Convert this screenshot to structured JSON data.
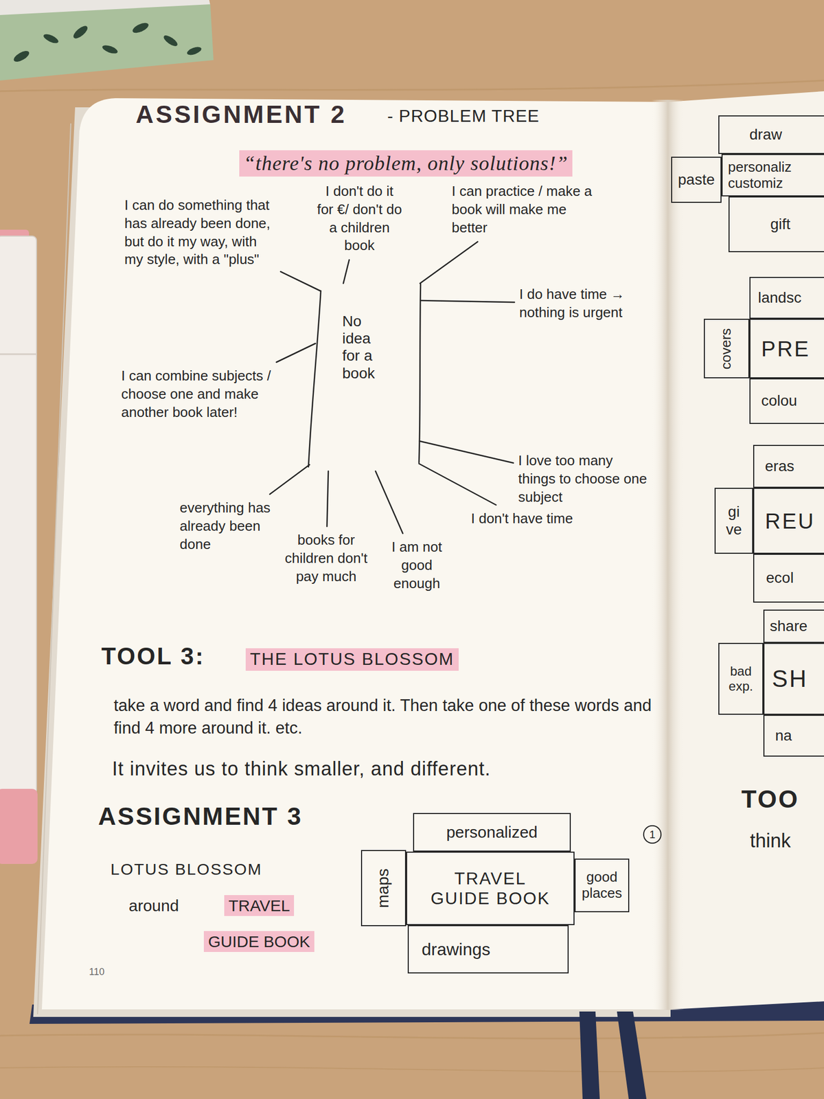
{
  "diagram": {
    "title": "ASSIGNMENT 2",
    "nodes": [
      {
        "text": [
          "No idea for a book"
        ]
      },
      {
        "text": [
          "personalized"
        ]
      },
      {
        "text": [
          "maps"
        ]
      },
      {
        "text": [
          "TRAVEL GUIDE BOOK"
        ]
      },
      {
        "text": [
          "good places"
        ]
      },
      {
        "text": [
          "drawings"
        ]
      },
      {
        "text": [
          "1"
        ]
      },
      {
        "text": [
          "draw"
        ]
      },
      {
        "text": [
          "paste"
        ]
      },
      {
        "text": [
          "personaliz customiz"
        ]
      },
      {
        "text": [
          "gift"
        ]
      },
      {
        "text": [
          "landsc"
        ]
      },
      {
        "text": [
          "covers"
        ]
      },
      {
        "text": [
          "PRE"
        ]
      },
      {
        "text": [
          "colou"
        ]
      },
      {
        "text": [
          "eras"
        ]
      },
      {
        "text": [
          "gi ve"
        ]
      },
      {
        "text": [
          "REU"
        ]
      },
      {
        "text": [
          "ecol"
        ]
      },
      {
        "text": [
          "share"
        ]
      },
      {
        "text": [
          "bad exp."
        ]
      },
      {
        "text": [
          "SH"
        ]
      },
      {
        "text": [
          "na"
        ]
      }
    ],
    "labels": [
      "- PROBLEM TREE",
      "“there's no problem, only solutions!”",
      "I don't do it for €/ don't do a children book",
      "I can practice / make a book will make me better",
      "I can do something that has already been done, but do it my way, with my style, with a \"plus\"",
      "I do have time → nothing is urgent",
      "I can combine subjects / choose one and make another book later!",
      "I love too many things to choose one subject",
      "I don't have time",
      "everything has already been done",
      "books for children don't pay much",
      "I am not good enough",
      "TOOL 3:",
      "THE LOTUS BLOSSOM",
      "take a word and find 4 ideas around it. Then take one of these words and find 4 more around it. etc.",
      "It invites us to think smaller, and different.",
      "ASSIGNMENT 3",
      "LOTUS BLOSSOM",
      "around",
      "TRAVEL",
      "GUIDE BOOK",
      "110",
      "TOO",
      "think"
    ]
  }
}
